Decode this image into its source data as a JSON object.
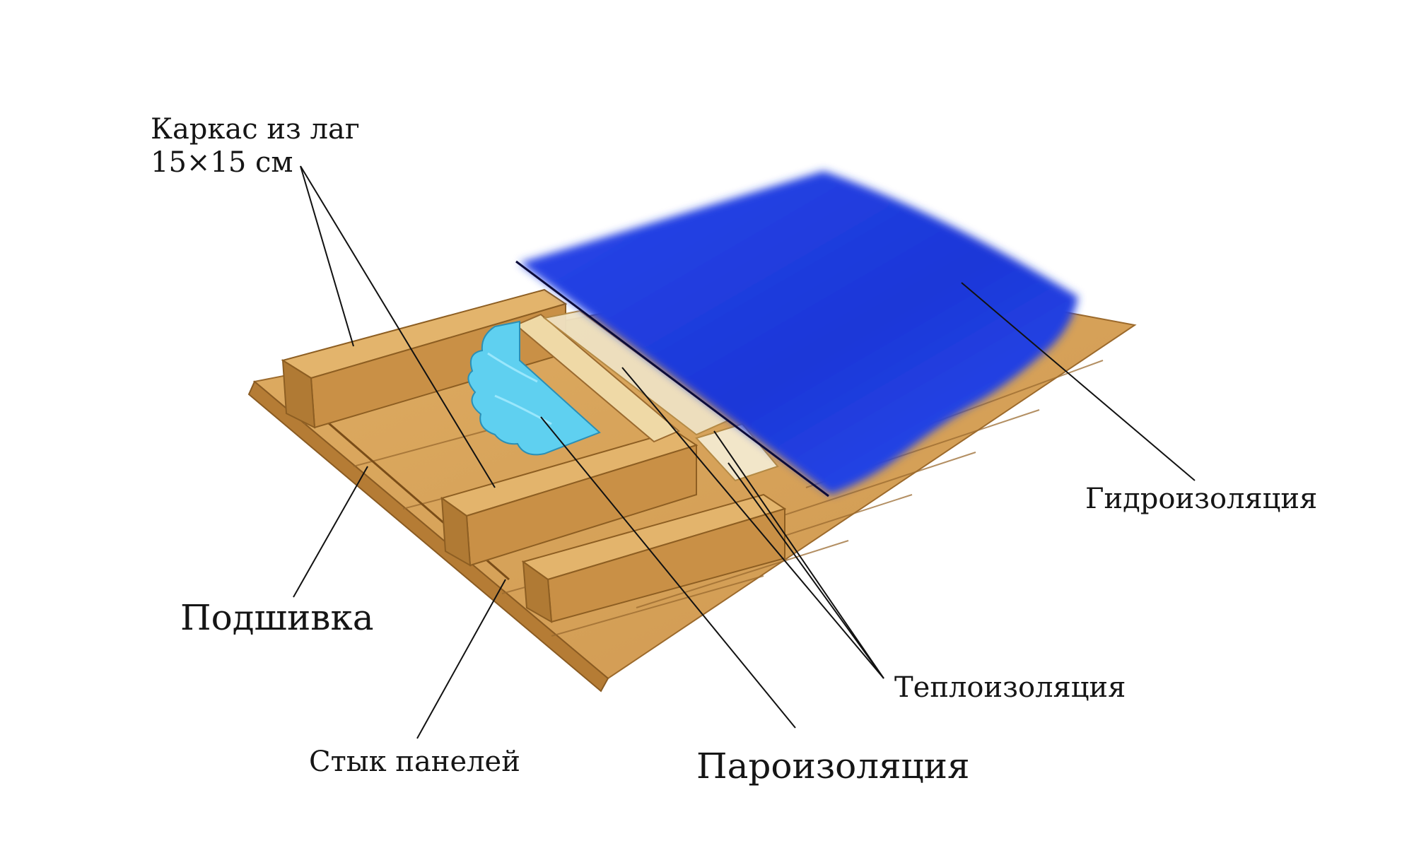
{
  "labels": {
    "frame_line1": "Каркас из лаг",
    "frame_line2": "15×15 см",
    "waterproofing": "Гидроизоляция",
    "lining": "Подшивка",
    "thermal_insulation": "Теплоизоляция",
    "panel_joint": "Стык панелей",
    "vapor_barrier": "Пароизоляция"
  },
  "colors": {
    "wood": "#d8a559",
    "wood_light": "#e7c186",
    "wood_dark": "#a9712d",
    "insulation": "#efe2c3",
    "vapor_barrier": "#5fd0f0",
    "waterproofing": "#1f3bdc",
    "leader": "#111111"
  }
}
